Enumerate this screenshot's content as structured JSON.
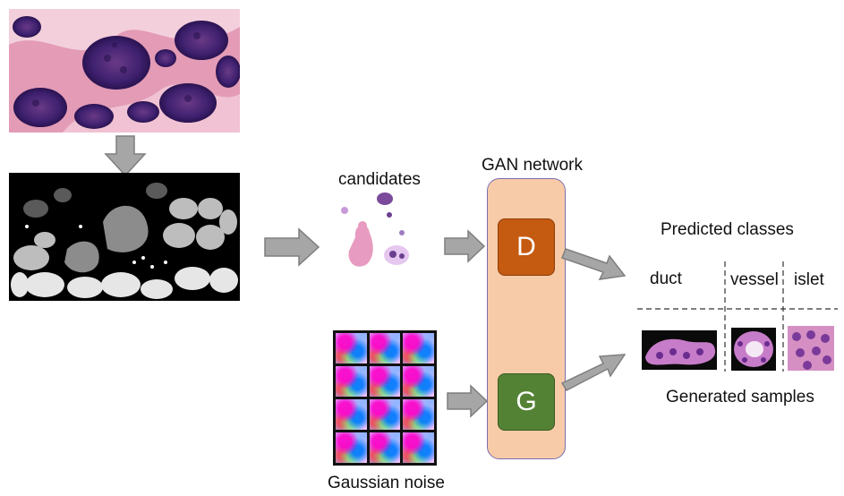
{
  "labels": {
    "candidates": "candidates",
    "gan_network": "GAN network",
    "predicted_classes": "Predicted classes",
    "generated_samples": "Generated samples",
    "gaussian_noise": "Gaussian noise"
  },
  "nodes": {
    "discriminator": "D",
    "generator": "G"
  },
  "classes": [
    "duct",
    "vessel",
    "islet"
  ],
  "colors": {
    "gan_box": "#f8cba8",
    "discriminator": "#c55a11",
    "generator": "#548235",
    "arrow_fill": "#a6a6a6"
  }
}
